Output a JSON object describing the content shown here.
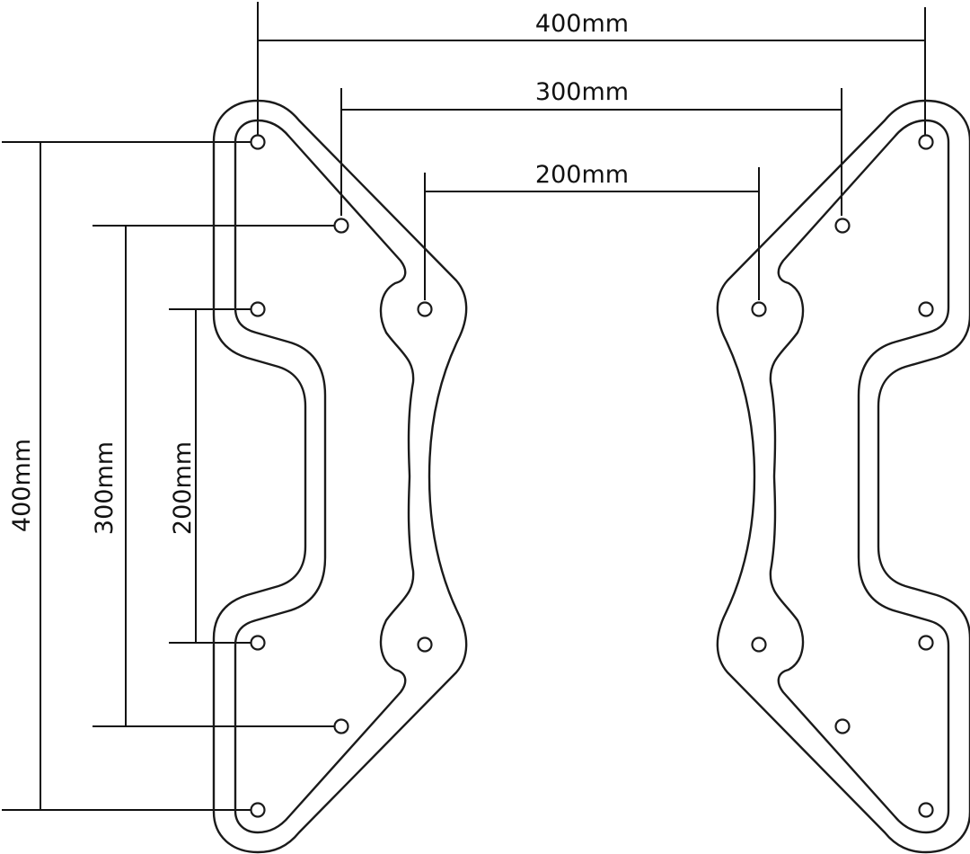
{
  "diagram": {
    "horizontal_dimensions": [
      {
        "label": "400mm"
      },
      {
        "label": "300mm"
      },
      {
        "label": "200mm"
      }
    ],
    "vertical_dimensions": [
      {
        "label": "400mm"
      },
      {
        "label": "300mm"
      },
      {
        "label": "200mm"
      }
    ],
    "colors": {
      "line": "#111111",
      "background": "#ffffff"
    }
  }
}
